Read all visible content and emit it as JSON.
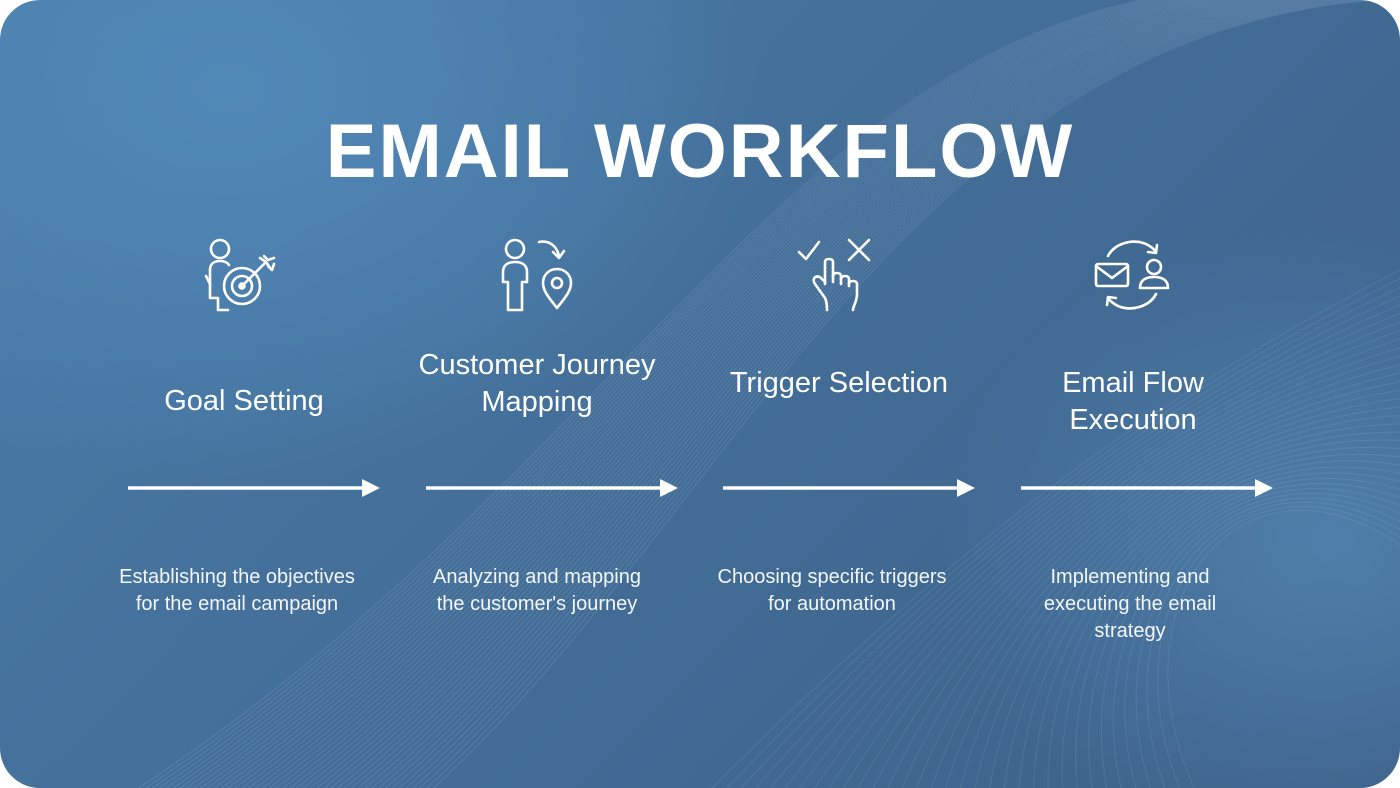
{
  "title": "EMAIL WORKFLOW",
  "steps": [
    {
      "icon": "person-target-icon",
      "title": "Goal Setting",
      "description": "Establishing the objectives for the email campaign"
    },
    {
      "icon": "person-location-icon",
      "title": "Customer Journey Mapping",
      "description": "Analyzing and mapping the customer's journey"
    },
    {
      "icon": "hand-check-x-icon",
      "title": "Trigger Selection",
      "description": "Choosing specific triggers for automation"
    },
    {
      "icon": "email-user-sync-icon",
      "title": "Email Flow Execution",
      "description": "Implementing and executing the email strategy"
    }
  ],
  "colors": {
    "background": "#4a7dab",
    "text": "#ffffff"
  }
}
